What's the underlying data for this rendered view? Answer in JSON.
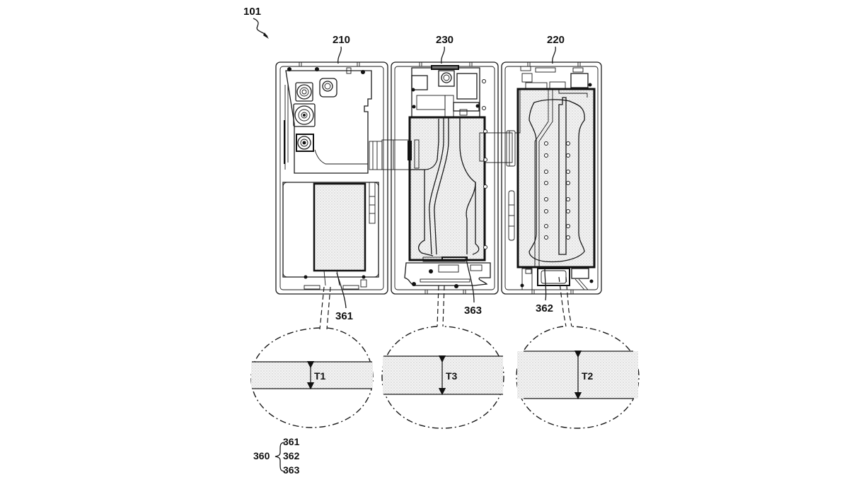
{
  "figure": {
    "title_ref": "101",
    "panels": [
      {
        "id": "left",
        "ref": "210",
        "battery_ref": "361"
      },
      {
        "id": "middle",
        "ref": "230",
        "battery_ref": "363"
      },
      {
        "id": "right",
        "ref": "220",
        "battery_ref": "362"
      }
    ],
    "callouts": [
      {
        "id": "callout-361",
        "thickness_label": "T1"
      },
      {
        "id": "callout-363",
        "thickness_label": "T3"
      },
      {
        "id": "callout-362",
        "thickness_label": "T2"
      }
    ],
    "legend": {
      "group_ref": "360",
      "members": [
        "361",
        "362",
        "363"
      ]
    }
  }
}
